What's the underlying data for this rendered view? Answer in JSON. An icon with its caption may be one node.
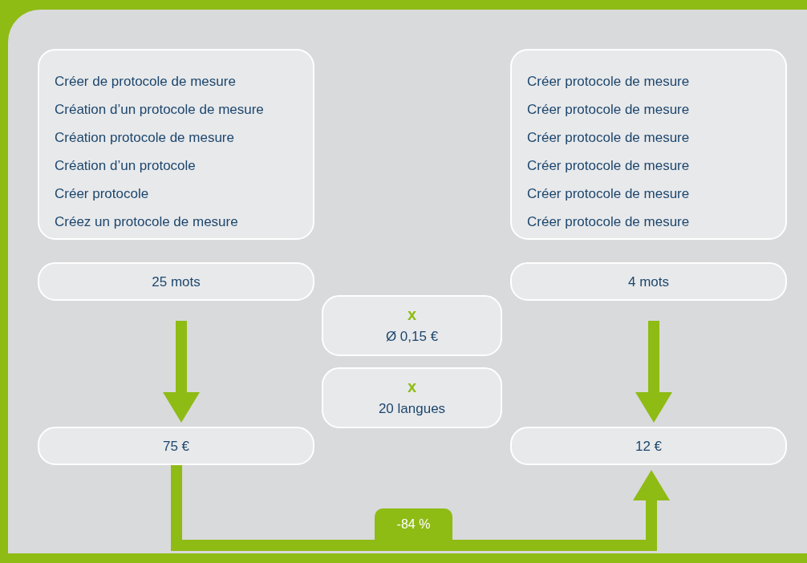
{
  "diagram": {
    "nodes": [
      {
        "text": [
          "Créer de protocole de mesure",
          "Création d’un protocole de mesure",
          "Création protocole de mesure",
          "Création d’un protocole",
          "Créer protocole",
          "Créez un protocole de mesure"
        ]
      },
      {
        "text": [
          "Créer protocole de mesure",
          "Créer protocole de mesure",
          "Créer protocole de mesure",
          "Créer protocole de mesure",
          "Créer protocole de mesure",
          "Créer protocole de mesure"
        ]
      },
      {
        "text": [
          "25 mots"
        ]
      },
      {
        "text": [
          "4 mots"
        ]
      },
      {
        "text": [
          "x",
          "Ø 0,15 €"
        ]
      },
      {
        "text": [
          "x",
          "20 langues"
        ]
      },
      {
        "text": [
          "75 €"
        ]
      },
      {
        "text": [
          "12 €"
        ]
      }
    ],
    "edges": [
      {
        "from": 2,
        "to": 6,
        "arrow": "to"
      },
      {
        "from": 3,
        "to": 7,
        "arrow": "to"
      },
      {
        "from": 6,
        "to": 7,
        "arrow": "to",
        "label": "-84 %"
      }
    ]
  }
}
